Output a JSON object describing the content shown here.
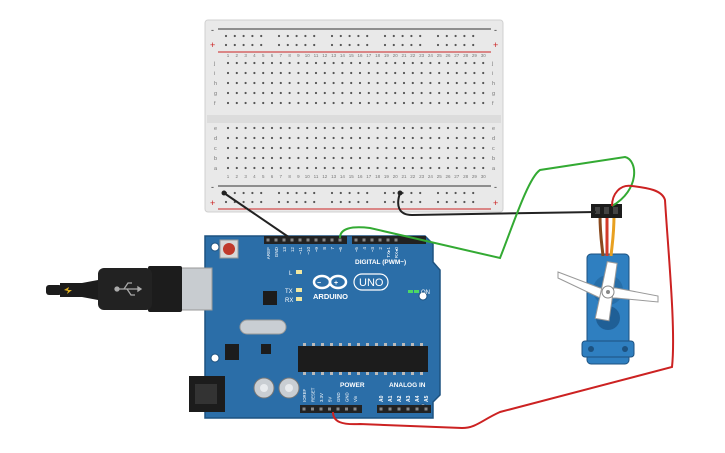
{
  "breadboard": {
    "rail_plus": "+",
    "rail_minus": "-",
    "row_letters_top": [
      "j",
      "i",
      "h",
      "g",
      "f"
    ],
    "row_letters_bottom": [
      "e",
      "d",
      "c",
      "b",
      "a"
    ],
    "column_numbers": [
      "1",
      "2",
      "3",
      "4",
      "5",
      "6",
      "7",
      "8",
      "9",
      "10",
      "11",
      "12",
      "13",
      "14",
      "15",
      "16",
      "17",
      "18",
      "19",
      "20",
      "21",
      "22",
      "23",
      "24",
      "25",
      "26",
      "27",
      "28",
      "29",
      "30"
    ]
  },
  "arduino": {
    "logo_text": "ARDUINO",
    "model_text": "UNO",
    "digital_label": "DIGITAL (PWM~)",
    "power_label": "POWER",
    "analog_label": "ANALOG IN",
    "on_label": "ON",
    "led_labels": [
      "L",
      "TX",
      "RX"
    ],
    "digital_pins": [
      "AREF",
      "GND",
      "13",
      "12",
      "~11",
      "~10",
      "~9",
      "8",
      "7",
      "~6",
      "~5",
      "4",
      "~3",
      "2",
      "TX▸1",
      "RX◂0"
    ],
    "power_pins": [
      "IOREF",
      "RESET",
      "3.3V",
      "5V",
      "GND",
      "GND",
      "Vin"
    ],
    "analog_pins": [
      "A0",
      "A1",
      "A2",
      "A3",
      "A4",
      "A5"
    ]
  },
  "wires": {
    "ground_color": "#222222",
    "signal_color": "#33aa33",
    "power_color": "#cc2222"
  },
  "servo": {
    "body_color": "#2f7fc0",
    "lead_colors": [
      "#8a4a1e",
      "#d33a2a",
      "#e8a020"
    ]
  }
}
